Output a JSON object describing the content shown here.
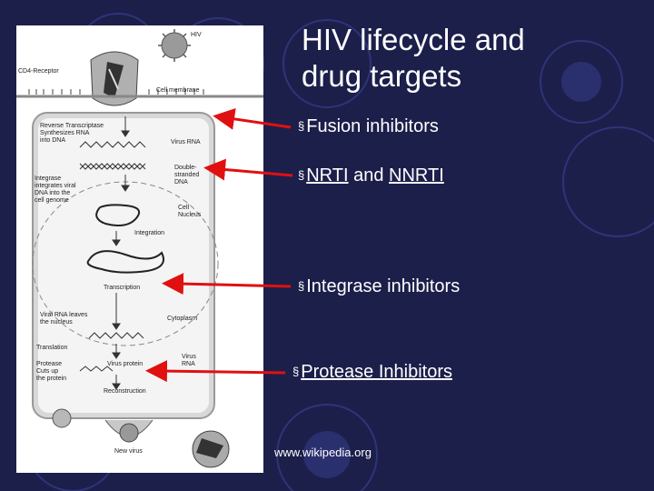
{
  "slide": {
    "title_line1": "HIV lifecycle and",
    "title_line2": "drug targets",
    "bullets": [
      {
        "text": "Fusion inhibitors"
      },
      {
        "part1": "NRTI",
        "part2": " and ",
        "part3": "NNRTI"
      },
      {
        "text": "Integrase inhibitors"
      },
      {
        "text": "Protease Inhibitors"
      }
    ],
    "bullet_marker": "§",
    "source": "www.wikipedia.org",
    "colors": {
      "background": "#1c1f4a",
      "arrow": "#e01010",
      "text": "#ffffff"
    }
  },
  "diagram": {
    "labels": {
      "hiv": "HIV",
      "cd4": "CD4-Receptor",
      "cell_membrane": "Cell membrane",
      "rt1": "Reverse Transcriptase",
      "rt2": "Synthesizes RNA",
      "rt3": "into DNA",
      "virus_rna": "Virus RNA",
      "ds1": "Double-",
      "ds2": "stranded",
      "ds3": "DNA",
      "int1": "Integrase",
      "int2": "integrates viral",
      "int3": "DNA into the",
      "int4": "cell genome",
      "cn1": "Cell",
      "cn2": "Nucleus",
      "integration": "Integration",
      "transcription": "Transcription",
      "vrl1": "Viral RNA leaves",
      "vrl2": "the nucleus",
      "cytoplasm": "Cytoplasm",
      "translation": "Translation",
      "prot1": "Protease",
      "prot2": "Cuts up",
      "prot3": "the protein",
      "virus_protein": "Virus protein",
      "vr1": "Virus",
      "vr2": "RNA",
      "reconstruction": "Reconstruction",
      "new_virus": "New virus"
    }
  }
}
